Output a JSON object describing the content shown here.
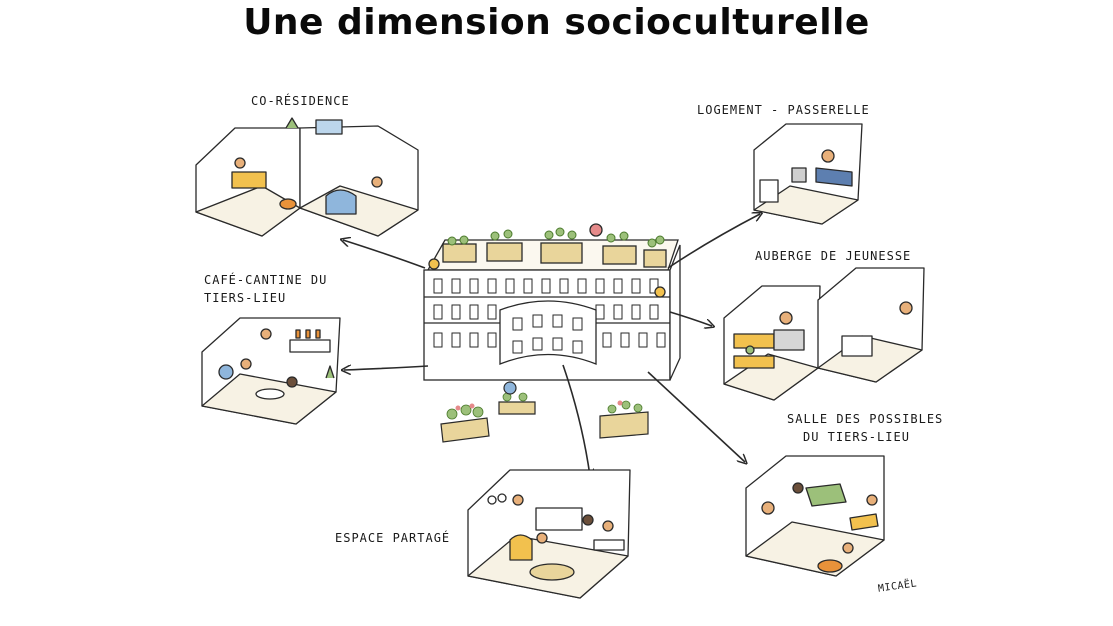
{
  "title": "Une dimension socioculturelle",
  "labels": {
    "co_residence": "CO-RÉSIDENCE",
    "logement_passerelle": "LOGEMENT - PASSERELLE",
    "cafe_cantine_1": "CAFÉ-CANTINE DU",
    "cafe_cantine_2": "TIERS-LIEU",
    "auberge": "AUBERGE DE JEUNESSE",
    "salle_1": "SALLE DES POSSIBLES",
    "salle_2": "DU TIERS-LIEU",
    "espace_partage": "ESPACE PARTAGÉ",
    "signature": "MICAËL"
  },
  "colors": {
    "line": "#2a2a2a",
    "wall": "#ffffff",
    "floor": "#f7f2e4",
    "yellow": "#f2c14e",
    "blue": "#8fb6dc",
    "green": "#9cc07a",
    "orange": "#e8923a",
    "planter": "#e9d59b"
  }
}
